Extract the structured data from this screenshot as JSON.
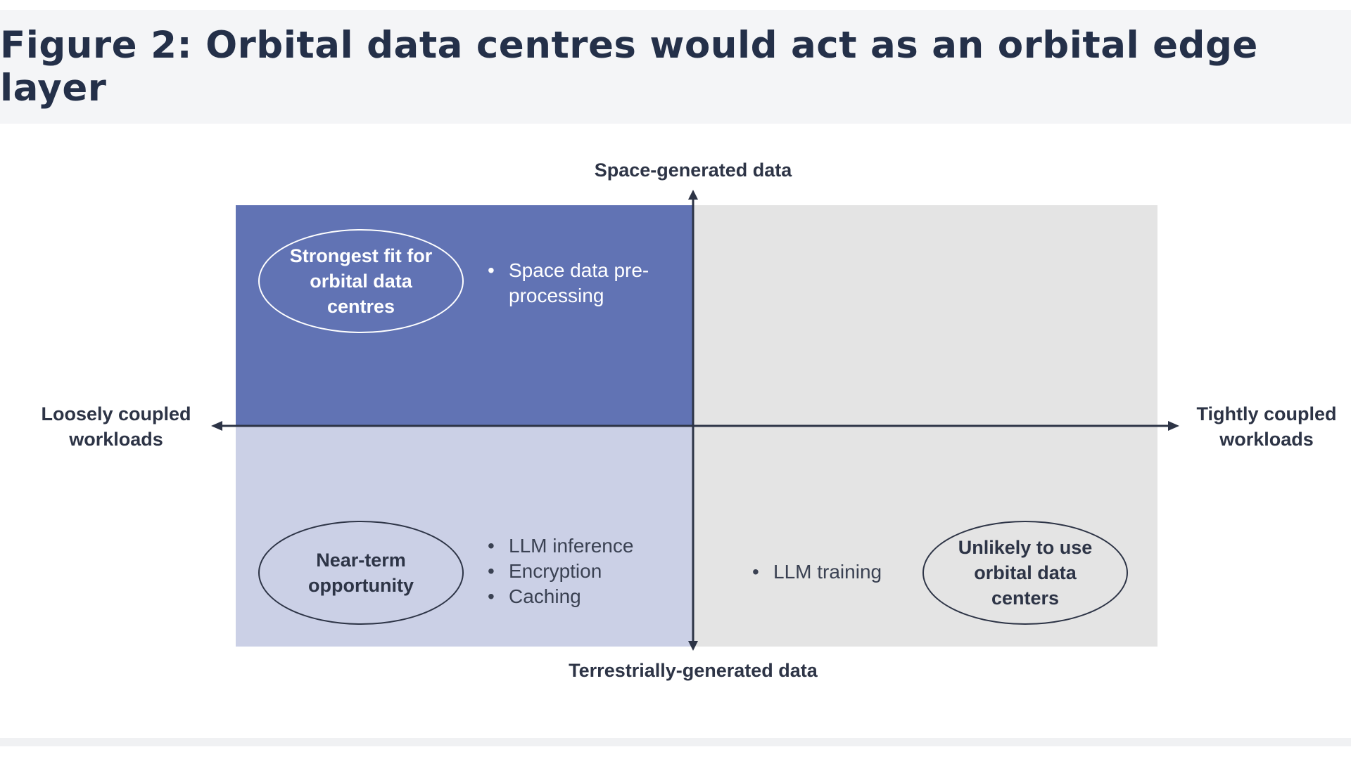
{
  "title": "Figure 2: Orbital data centres would act as an orbital edge layer",
  "axes": {
    "top": "Space-generated data",
    "bottom": "Terrestrially-generated data",
    "left": "Loosely coupled workloads",
    "right": "Tightly coupled workloads"
  },
  "quadrants": {
    "top_left": {
      "ellipse": "Strongest fit for orbital data centres",
      "bullets": [
        "Space data pre-processing"
      ],
      "color": "#6173b4"
    },
    "top_right": {
      "color": "#e4e4e4"
    },
    "bottom_left": {
      "ellipse": "Near-term opportunity",
      "bullets": [
        "LLM inference",
        "Encryption",
        "Caching"
      ],
      "color": "#cbd0e6"
    },
    "bottom_right": {
      "ellipse": "Unlikely to use orbital data centers",
      "bullets": [
        "LLM training"
      ],
      "color": "#e4e4e4"
    }
  },
  "axis_color": "#2d3446"
}
